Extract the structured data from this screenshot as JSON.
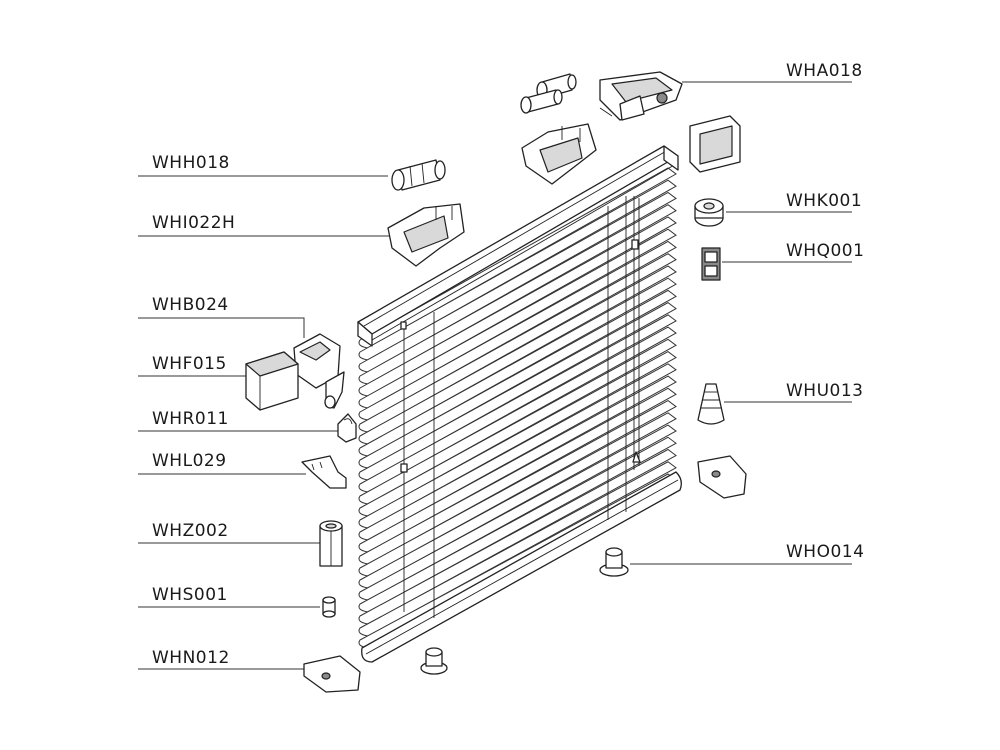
{
  "labels": {
    "WHA018": "WHA018",
    "WHH018": "WHH018",
    "WHI022H": "WHI022H",
    "WHK001": "WHK001",
    "WHQ001": "WHQ001",
    "WHB024": "WHB024",
    "WHF015": "WHF015",
    "WHU013": "WHU013",
    "WHR011": "WHR011",
    "WHL029": "WHL029",
    "WHZ002": "WHZ002",
    "WHO014": "WHO014",
    "WHS001": "WHS001",
    "WHN012": "WHN012"
  }
}
